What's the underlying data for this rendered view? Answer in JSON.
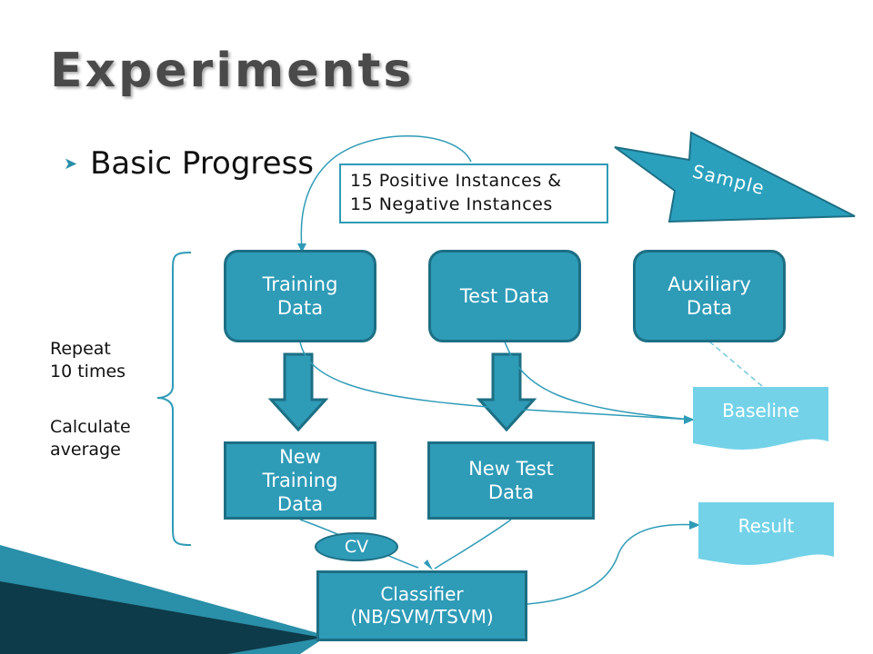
{
  "title": "Experiments",
  "bullet": "Basic Progress",
  "instances_note": {
    "line1": "15 Positive Instances &",
    "line2": "15 Negative Instances"
  },
  "sample_label": "Sample",
  "nodes": {
    "training": "Training Data",
    "test": "Test Data",
    "auxiliary": "Auxiliary Data",
    "new_training": "New Training Data",
    "new_test": "New Test Data",
    "classifier_line1": "Classifier",
    "classifier_line2": "(NB/SVM/TSVM)",
    "cv": "CV",
    "baseline": "Baseline",
    "result": "Result"
  },
  "side_note": {
    "repeat_line1": "Repeat",
    "repeat_line2": "10 times",
    "calc_line1": "Calculate",
    "calc_line2": "average"
  },
  "colors": {
    "node": "#2e9bb7",
    "node_border": "#1d6f84",
    "doc": "#73d2e8",
    "title": "#4a4a4a"
  }
}
